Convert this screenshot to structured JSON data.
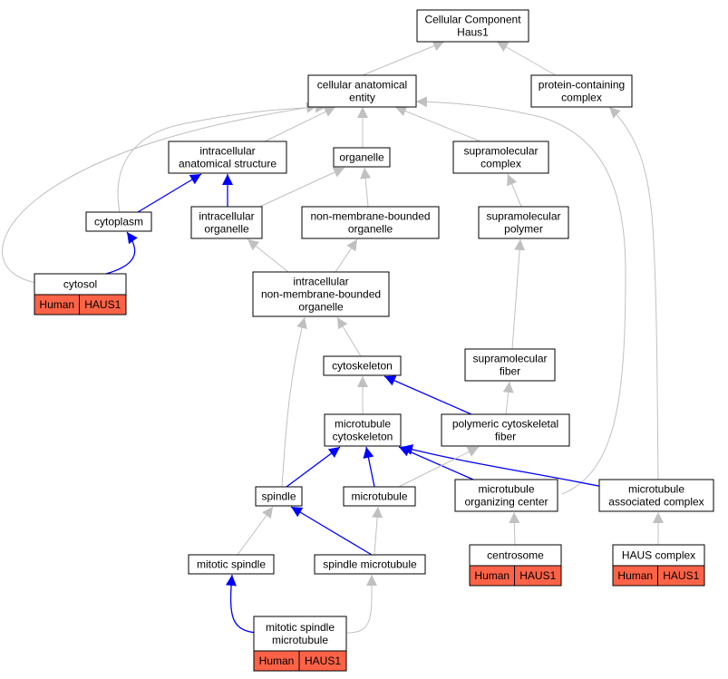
{
  "colors": {
    "edge_gray": "#c0c0c0",
    "edge_blue": "#0000ff",
    "annotation_fill": "#ff6347",
    "node_border": "#000000",
    "background": "#ffffff"
  },
  "nodes": {
    "cc_root": [
      "Cellular Component",
      "Haus1"
    ],
    "cae": [
      "cellular anatomical",
      "entity"
    ],
    "pcc": [
      "protein-containing",
      "complex"
    ],
    "ias": [
      "intracellular",
      "anatomical structure"
    ],
    "organelle": [
      "organelle"
    ],
    "smc": [
      "supramolecular",
      "complex"
    ],
    "cytoplasm": [
      "cytoplasm"
    ],
    "io": [
      "intracellular",
      "organelle"
    ],
    "nmbo": [
      "non-membrane-bounded",
      "organelle"
    ],
    "smp": [
      "supramolecular",
      "polymer"
    ],
    "cytosol": [
      "cytosol"
    ],
    "inmbo": [
      "intracellular",
      "non-membrane-bounded",
      "organelle"
    ],
    "cytoskeleton": [
      "cytoskeleton"
    ],
    "smf": [
      "supramolecular",
      "fiber"
    ],
    "mtcs": [
      "microtubule",
      "cytoskeleton"
    ],
    "pcf": [
      "polymeric cytoskeletal",
      "fiber"
    ],
    "spindle": [
      "spindle"
    ],
    "microtubule": [
      "microtubule"
    ],
    "mtoc": [
      "microtubule",
      "organizing center"
    ],
    "mac": [
      "microtubule",
      "associated complex"
    ],
    "mitotic_spindle": [
      "mitotic spindle"
    ],
    "spindle_mt": [
      "spindle microtubule"
    ],
    "centrosome": [
      "centrosome"
    ],
    "haus_complex": [
      "HAUS complex"
    ],
    "msm": [
      "mitotic spindle",
      "microtubule"
    ]
  },
  "annotations": {
    "cytosol": [
      "Human",
      "HAUS1"
    ],
    "centrosome": [
      "Human",
      "HAUS1"
    ],
    "haus_complex": [
      "Human",
      "HAUS1"
    ],
    "msm": [
      "Human",
      "HAUS1"
    ]
  },
  "edges": [
    {
      "from": "cae",
      "to": "cc_root",
      "type": "is_a"
    },
    {
      "from": "pcc",
      "to": "cc_root",
      "type": "is_a"
    },
    {
      "from": "ias",
      "to": "cae",
      "type": "is_a"
    },
    {
      "from": "organelle",
      "to": "cae",
      "type": "is_a"
    },
    {
      "from": "smc",
      "to": "cae",
      "type": "is_a"
    },
    {
      "from": "cytoplasm",
      "to": "cae",
      "type": "is_a"
    },
    {
      "from": "cytosol",
      "to": "cae",
      "type": "is_a"
    },
    {
      "from": "mtoc",
      "to": "cae",
      "type": "is_a"
    },
    {
      "from": "cytoplasm",
      "to": "ias",
      "type": "part_of"
    },
    {
      "from": "io",
      "to": "ias",
      "type": "part_of"
    },
    {
      "from": "io",
      "to": "organelle",
      "type": "is_a"
    },
    {
      "from": "nmbo",
      "to": "organelle",
      "type": "is_a"
    },
    {
      "from": "smp",
      "to": "smc",
      "type": "is_a"
    },
    {
      "from": "cytosol",
      "to": "cytoplasm",
      "type": "part_of"
    },
    {
      "from": "inmbo",
      "to": "io",
      "type": "is_a"
    },
    {
      "from": "inmbo",
      "to": "nmbo",
      "type": "is_a"
    },
    {
      "from": "smf",
      "to": "smp",
      "type": "is_a"
    },
    {
      "from": "cytoskeleton",
      "to": "inmbo",
      "type": "is_a"
    },
    {
      "from": "spindle",
      "to": "inmbo",
      "type": "is_a"
    },
    {
      "from": "mtcs",
      "to": "cytoskeleton",
      "type": "is_a"
    },
    {
      "from": "pcf",
      "to": "cytoskeleton",
      "type": "part_of"
    },
    {
      "from": "pcf",
      "to": "smf",
      "type": "is_a"
    },
    {
      "from": "spindle",
      "to": "mtcs",
      "type": "part_of"
    },
    {
      "from": "microtubule",
      "to": "mtcs",
      "type": "part_of"
    },
    {
      "from": "mtoc",
      "to": "mtcs",
      "type": "part_of"
    },
    {
      "from": "mac",
      "to": "mtcs",
      "type": "part_of"
    },
    {
      "from": "microtubule",
      "to": "pcf",
      "type": "is_a"
    },
    {
      "from": "mac",
      "to": "pcc",
      "type": "is_a"
    },
    {
      "from": "mitotic_spindle",
      "to": "spindle",
      "type": "is_a"
    },
    {
      "from": "spindle_mt",
      "to": "spindle",
      "type": "part_of"
    },
    {
      "from": "spindle_mt",
      "to": "microtubule",
      "type": "is_a"
    },
    {
      "from": "centrosome",
      "to": "mtoc",
      "type": "is_a"
    },
    {
      "from": "haus_complex",
      "to": "mac",
      "type": "is_a"
    },
    {
      "from": "msm",
      "to": "mitotic_spindle",
      "type": "part_of"
    },
    {
      "from": "msm",
      "to": "spindle_mt",
      "type": "is_a"
    }
  ]
}
